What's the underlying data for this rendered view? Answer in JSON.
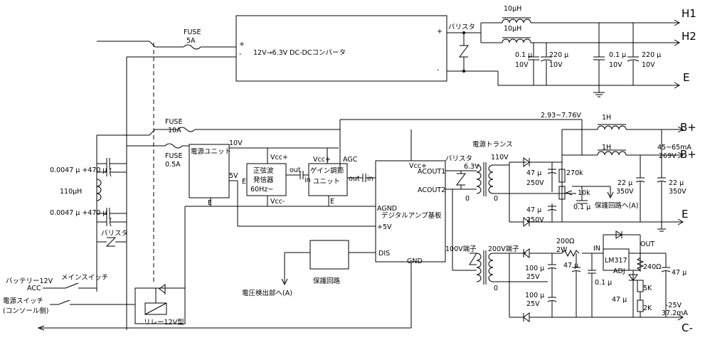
{
  "labels": {
    "fuse_top": "FUSE",
    "fuse_top_rating": "5A",
    "dcdc": "12V→6.3V DC-DCコンバータ",
    "varistor_top": "バリスタ",
    "ind_h1": "10μH",
    "ind_h2": "10μH",
    "cap1": "0.1 μ",
    "cap1_v": "10V",
    "cap2": "220 μ",
    "cap2_v": "10V",
    "cap3": "0.1 μ",
    "cap3_v": "10V",
    "cap4": "220 μ",
    "cap4_v": "10V",
    "out_h1": "H1",
    "out_h2": "H2",
    "out_e_top": "E",
    "range_voltage": "2.93~7.76V",
    "ind_1h_a": "1H",
    "ind_1h_b": "1H",
    "out_bplus_a": "B+",
    "out_bplus_b": "B+",
    "current_b": "45~65mA",
    "voltage_b": "269V",
    "fuse_mid": "FUSE",
    "fuse_mid_rating": "10A",
    "fuse_low": "FUSE",
    "fuse_low_rating": "0.5A",
    "power_unit": "電源ユニット",
    "v10": "10V",
    "v5": "5V",
    "e_pu": "E",
    "e_pu2": "E",
    "sine_gen_1": "正弦波",
    "sine_gen_2": "発信器",
    "sine_gen_3": "60Hz~",
    "vcc_plus_1": "Vcc+",
    "vcc_minus": "Vcc-",
    "out_label": "out",
    "in_label": "in",
    "vcc_plus_2": "Vcc+",
    "agc": "AGC",
    "gain_1": "ゲイン調節",
    "gain_2": "ユニット",
    "out_label2": "out",
    "in_label2": "in",
    "e_gain": "E",
    "vcc_plus_amp": "Vcc+",
    "acout1": "ACOUT1",
    "acout2": "ACOUT2",
    "agnd": "AGND",
    "amp_board": "デジタルアンプ基板",
    "plus5v": "+5V",
    "dis": "DIS",
    "gnd": "GND",
    "varistor_amp": "バリスタ",
    "v63": "6.3V",
    "trans1": "電源トランス",
    "v110": "110V",
    "zero1": "0",
    "zero2": "0",
    "cap47a": "47 μ",
    "cap47a_v": "250V",
    "cap47b": "47 μ",
    "cap47b_v": "250V",
    "r270k": "270k",
    "r10k": "10k",
    "cap01": "0.1 μ",
    "prot_a": "保護回路へ(A)",
    "cap22a": "22 μ",
    "cap22a_v": "350V",
    "cap22b": "22 μ",
    "cap22b_v": "350V",
    "out_e_mid": "E",
    "v100_term": "100V端子",
    "v200_term": "200V端子",
    "zero3": "0",
    "r200": "200Ω",
    "r200_w": "2W",
    "in_pin": "IN",
    "out_pin": "OUT",
    "lm317": "LM317",
    "adj_pin": "ADJ",
    "r240": "240Ω",
    "cap47_out": "47 μ",
    "cap100a": "100 μ",
    "cap100a_v": "25V",
    "cap100b": "100 μ",
    "cap100b_v": "25V",
    "cap47c": "47 μ",
    "cap01b": "0.1 μ",
    "r5k": "5K",
    "cap47d": "47 μ",
    "r2k": "2K",
    "v_minus25": "-25V",
    "current_c": "37.2mA",
    "out_cminus": "C-",
    "choke": "110μH",
    "cap_f1": "0.0047 μ +470 μ",
    "cap_f2": "0.0047 μ +470 μ",
    "varistor_left": "バリスタ",
    "battery": "バッテリー12V",
    "acc": "ACC",
    "main_switch": "メインスイッチ",
    "power_switch_1": "電源スイッチ",
    "power_switch_2": "(コンソール側)",
    "relay": "リレー12V型",
    "protect_circuit": "保護回路",
    "voltage_detect": "電圧検出部へ(A)"
  }
}
